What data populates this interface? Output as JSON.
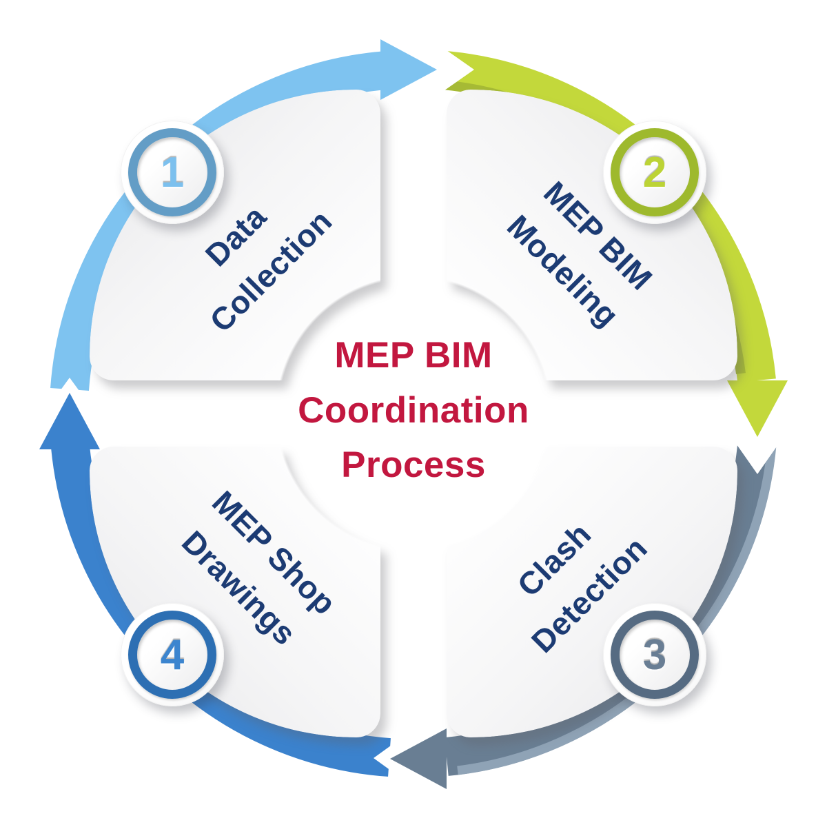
{
  "diagram_title": {
    "lines": [
      "MEP BIM",
      "Coordination",
      "Process"
    ],
    "color": "#C2173F"
  },
  "label_color": "#1C3B73",
  "steps": [
    {
      "number": "1",
      "label_lines": [
        "Data",
        "Collection"
      ],
      "arc_color": "#7EC3F0",
      "ring_color": "#639DC6",
      "number_color": "#7CC0EE"
    },
    {
      "number": "2",
      "label_lines": [
        "MEP BIM",
        "Modeling"
      ],
      "arc_color": "#C3D83B",
      "arc_edge_color": "#A6BA35",
      "ring_color": "#9EB92D",
      "number_color": "#BCD336"
    },
    {
      "number": "3",
      "label_lines": [
        "Clash",
        "Detection"
      ],
      "arc_color": "#697E93",
      "arc_edge_color": "#8FA3B6",
      "ring_color": "#566B82",
      "number_color": "#697E94"
    },
    {
      "number": "4",
      "label_lines": [
        "MEP Shop",
        "Drawings"
      ],
      "arc_color": "#3B82CD",
      "ring_color": "#2D6FB3",
      "number_color": "#3C85CF"
    }
  ]
}
